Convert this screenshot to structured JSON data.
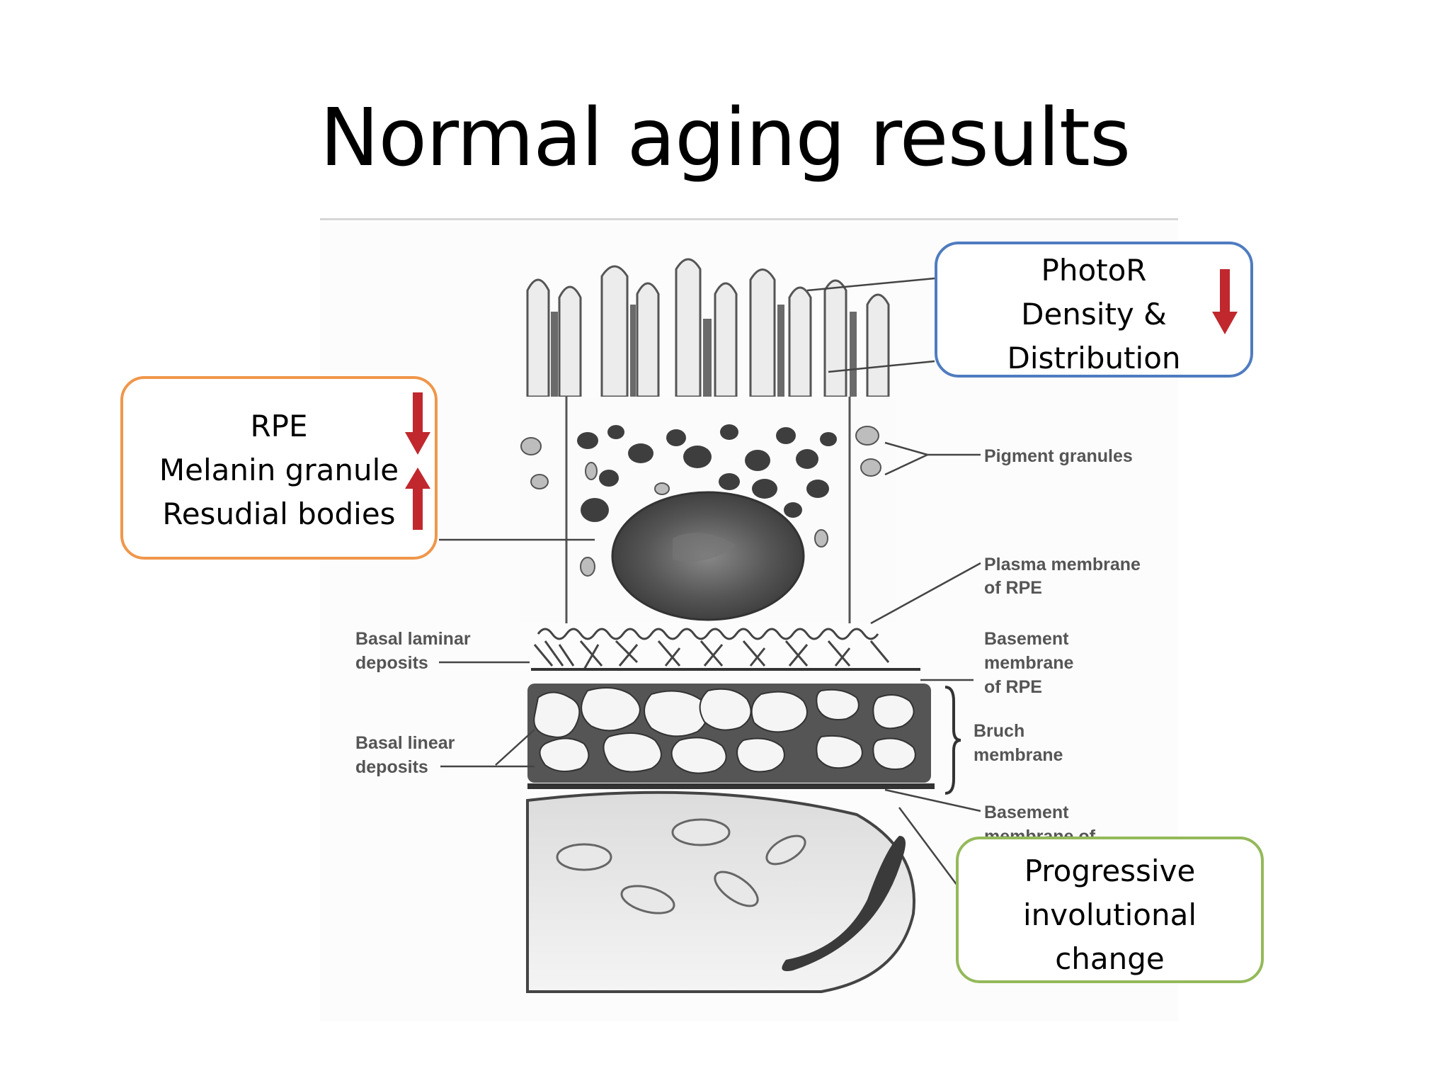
{
  "slide": {
    "title": "Normal aging results"
  },
  "diagram": {
    "labels": {
      "pigment_granules": "Pigment granules",
      "plasma_membrane_1": "Plasma membrane",
      "plasma_membrane_2": "of RPE",
      "basement_rpe_1": "Basement",
      "basement_rpe_2": "membrane",
      "basement_rpe_3": "of RPE",
      "basal_laminar_1": "Basal laminar",
      "basal_laminar_2": "deposits",
      "bruch_1": "Bruch",
      "bruch_2": "membrane",
      "basal_linear_1": "Basal linear",
      "basal_linear_2": "deposits",
      "basement_choroid_1": "Basement",
      "basement_choroid_2": "membrane of"
    }
  },
  "callouts": {
    "photor": {
      "lines": [
        "PhotoR",
        "Density &",
        "Distribution"
      ],
      "arrow": "down",
      "border_color": "#4f7cc0"
    },
    "rpe": {
      "lines": [
        "RPE",
        "Melanin granule",
        "Resudial bodies"
      ],
      "arrows": [
        "down",
        "up"
      ],
      "border_color": "#f0964a"
    },
    "progressive": {
      "lines": [
        "Progressive",
        "involutional",
        "change"
      ],
      "border_color": "#94b95a"
    }
  },
  "colors": {
    "arrow": "#c0282d"
  }
}
